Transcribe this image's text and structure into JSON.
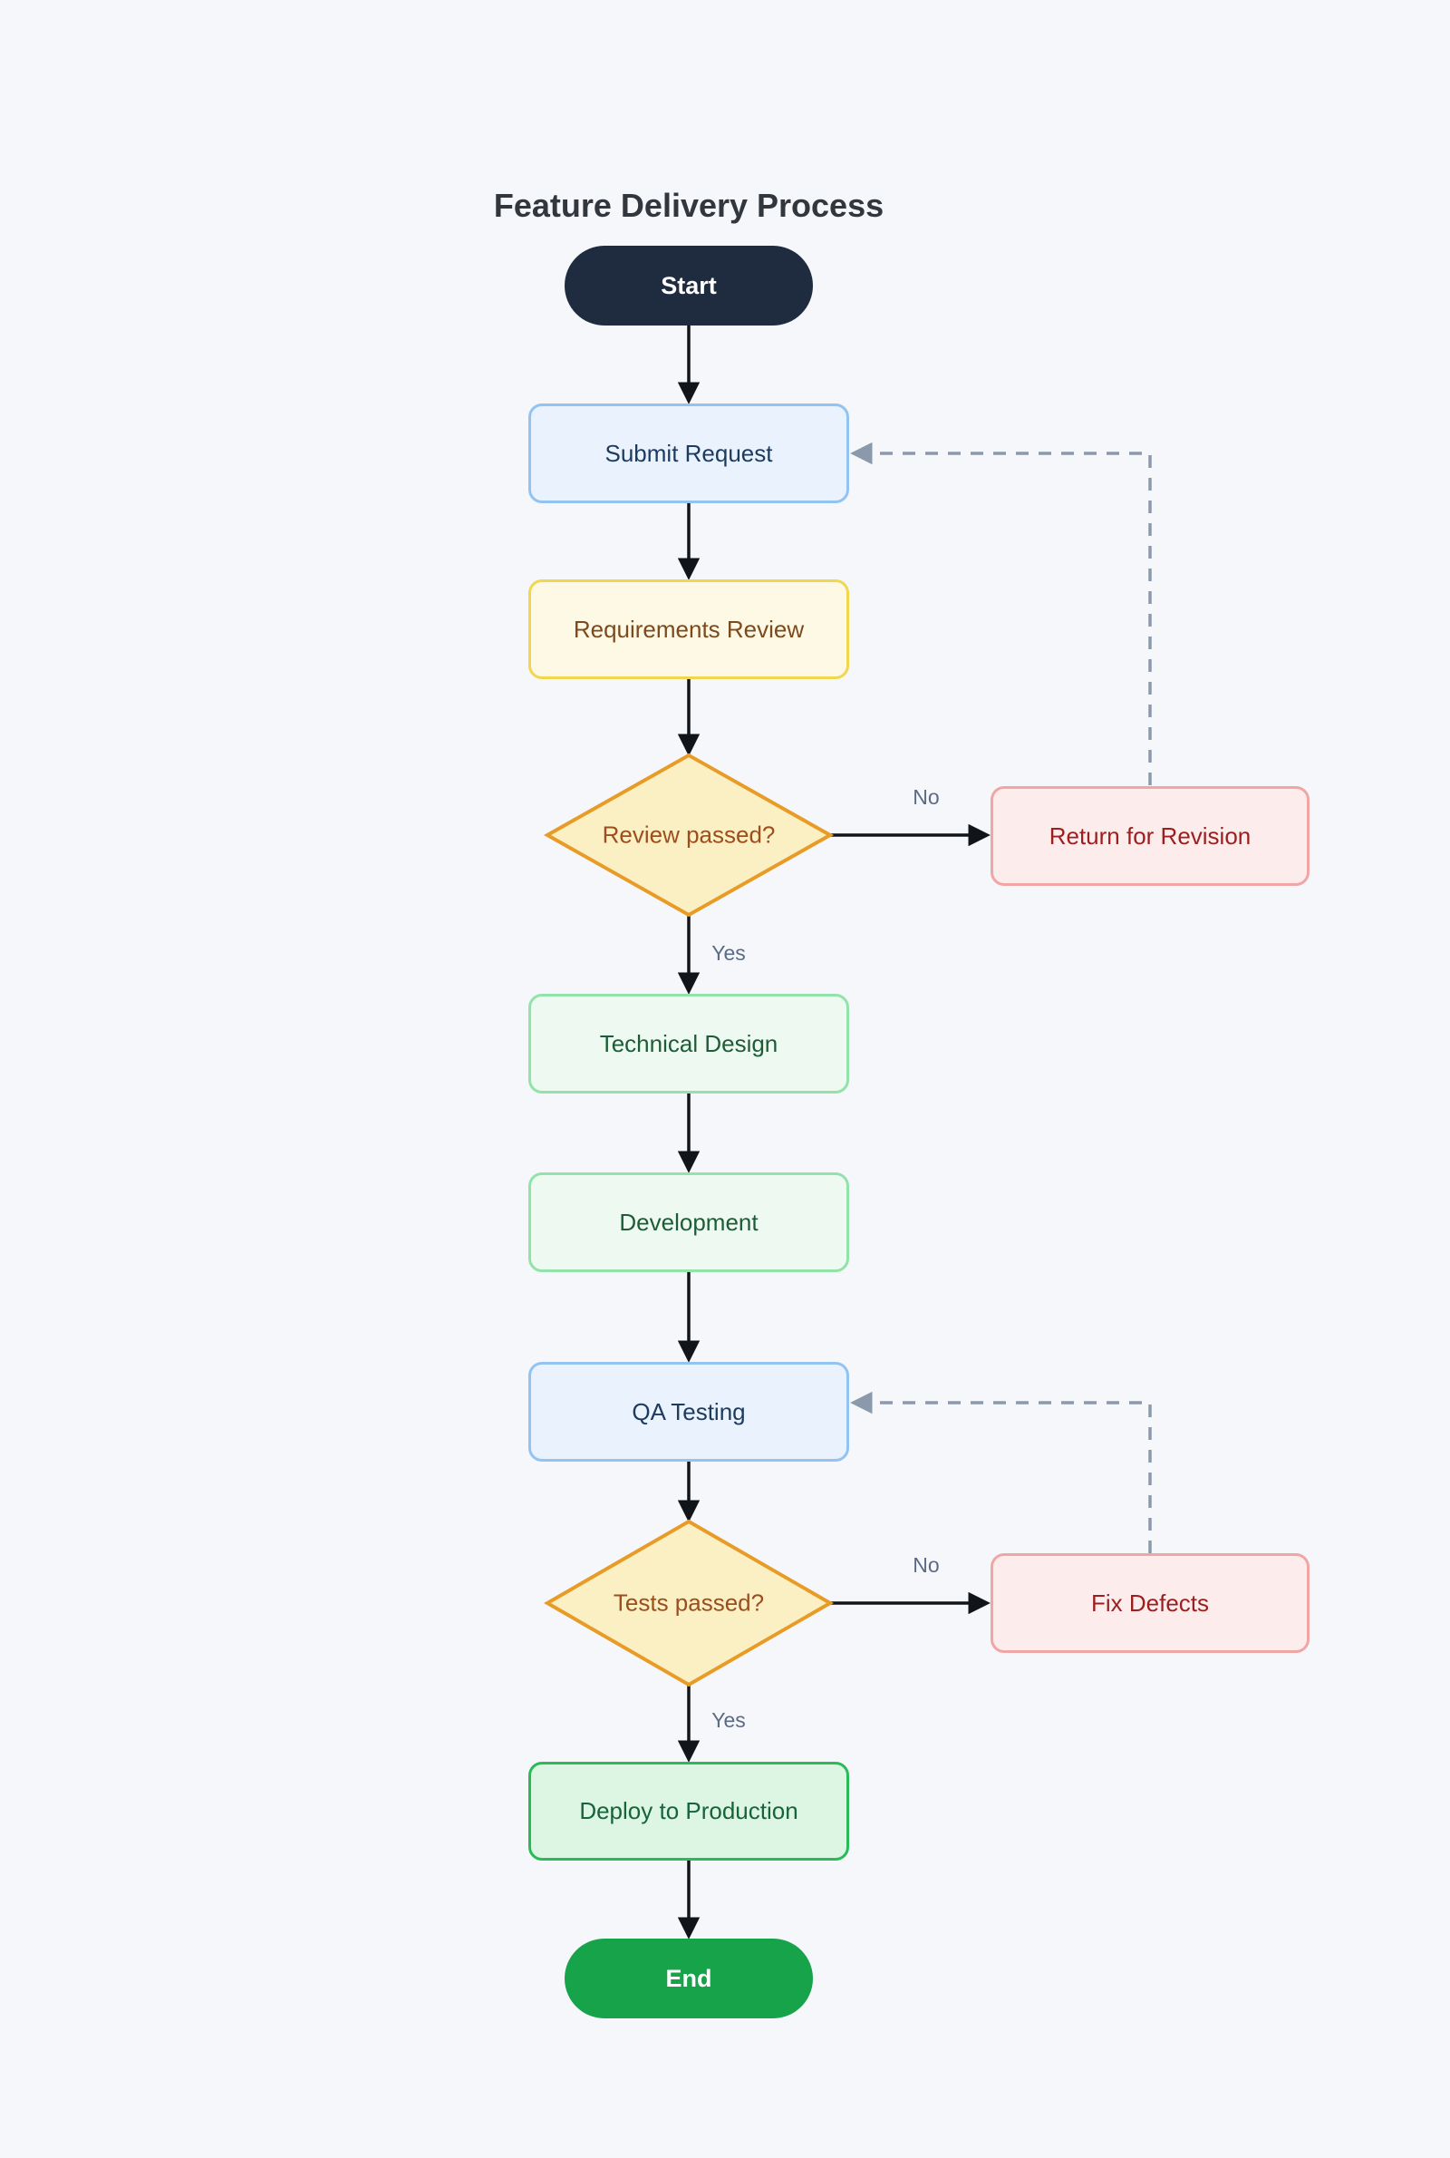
{
  "title": "Feature Delivery Process",
  "nodes": [
    {
      "id": "start",
      "label": "Start",
      "type": "terminal-start"
    },
    {
      "id": "submit-request",
      "label": "Submit Request",
      "type": "process-blue"
    },
    {
      "id": "requirements-review",
      "label": "Requirements Review",
      "type": "process-yellow"
    },
    {
      "id": "review-passed",
      "label": "Review passed?",
      "type": "decision"
    },
    {
      "id": "return-for-revision",
      "label": "Return for Revision",
      "type": "feedback"
    },
    {
      "id": "technical-design",
      "label": "Technical Design",
      "type": "process-green"
    },
    {
      "id": "development",
      "label": "Development",
      "type": "process-green"
    },
    {
      "id": "qa-testing",
      "label": "QA Testing",
      "type": "process-blue"
    },
    {
      "id": "tests-passed",
      "label": "Tests passed?",
      "type": "decision"
    },
    {
      "id": "fix-defects",
      "label": "Fix Defects",
      "type": "feedback"
    },
    {
      "id": "deploy-to-production",
      "label": "Deploy to Production",
      "type": "process-green-strong"
    },
    {
      "id": "end",
      "label": "End",
      "type": "terminal-end"
    }
  ],
  "edges": [
    {
      "from": "start",
      "to": "submit-request",
      "style": "solid",
      "label": ""
    },
    {
      "from": "submit-request",
      "to": "requirements-review",
      "style": "solid",
      "label": ""
    },
    {
      "from": "requirements-review",
      "to": "review-passed",
      "style": "solid",
      "label": ""
    },
    {
      "from": "review-passed",
      "to": "return-for-revision",
      "style": "solid",
      "label": "No"
    },
    {
      "from": "review-passed",
      "to": "technical-design",
      "style": "solid",
      "label": "Yes"
    },
    {
      "from": "technical-design",
      "to": "development",
      "style": "solid",
      "label": ""
    },
    {
      "from": "development",
      "to": "qa-testing",
      "style": "solid",
      "label": ""
    },
    {
      "from": "qa-testing",
      "to": "tests-passed",
      "style": "solid",
      "label": ""
    },
    {
      "from": "tests-passed",
      "to": "fix-defects",
      "style": "solid",
      "label": "No"
    },
    {
      "from": "tests-passed",
      "to": "deploy-to-production",
      "style": "solid",
      "label": "Yes"
    },
    {
      "from": "deploy-to-production",
      "to": "end",
      "style": "solid",
      "label": ""
    },
    {
      "from": "return-for-revision",
      "to": "submit-request",
      "style": "dashed",
      "label": ""
    },
    {
      "from": "fix-defects",
      "to": "qa-testing",
      "style": "dashed",
      "label": ""
    }
  ],
  "colors": {
    "background": "#f5f7fa",
    "title_text": "#32373e",
    "terminal_start_bg": "#1f2b3e",
    "terminal_end_bg": "#16a34a",
    "terminal_text": "#ffffff",
    "process_blue_bg": "#e9f2fd",
    "process_blue_border": "#93c3f1",
    "process_blue_text": "#1d3a5f",
    "process_yellow_bg": "#fdf9e4",
    "process_yellow_border": "#f2d64e",
    "process_yellow_text": "#7c4a1e",
    "decision_bg": "#fbf0c4",
    "decision_border": "#e89c27",
    "decision_text": "#9c4f1d",
    "feedback_bg": "#fdecec",
    "feedback_border": "#f0a6a4",
    "feedback_text": "#9c1f1f",
    "process_green_bg": "#eefaf1",
    "process_green_border": "#92e3aa",
    "process_green_text": "#1e5c38",
    "deploy_bg": "#dcf6e3",
    "deploy_border": "#2aba58",
    "deploy_text": "#17633a",
    "edge_solid": "#111418",
    "edge_dashed": "#8b99ac",
    "edge_label_text": "#5c6b85"
  }
}
